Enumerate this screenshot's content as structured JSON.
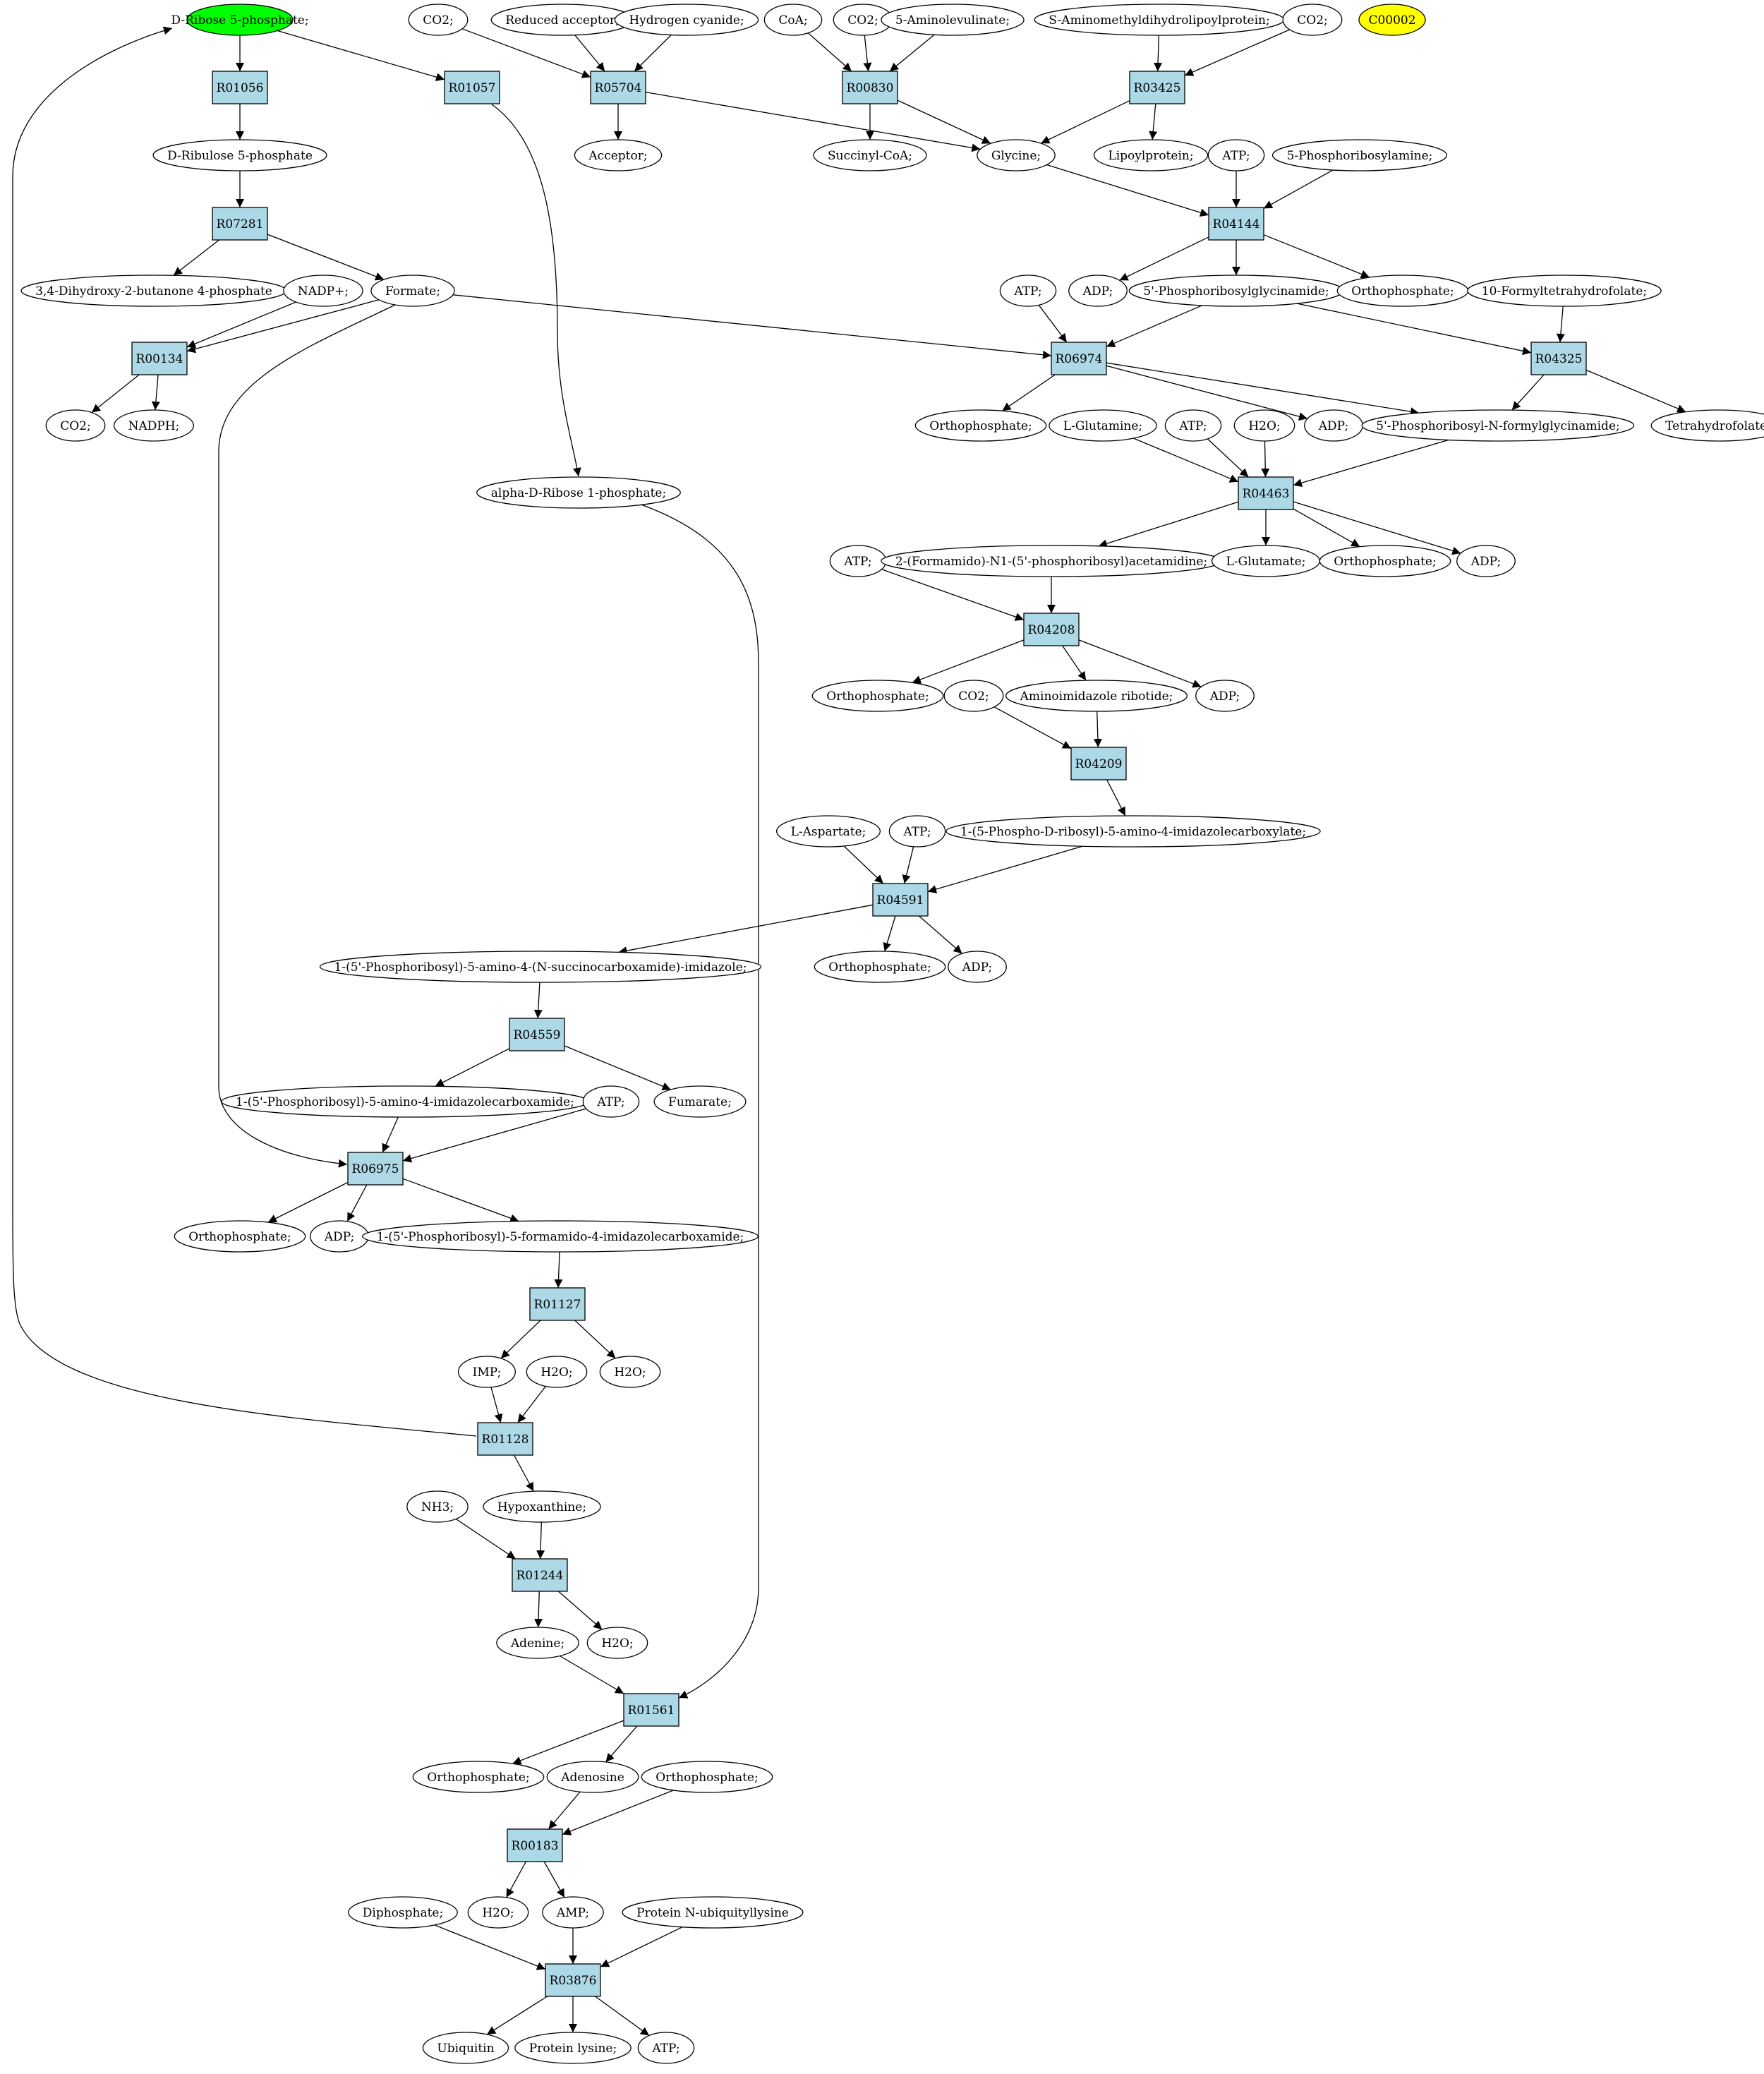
{
  "colors": {
    "background": "#ffffff",
    "compound_fill": "#ffffff",
    "reaction_fill": "#add8e6",
    "start_compound_fill": "#00ff00",
    "highlight_compound_fill": "#ffff00",
    "stroke": "#000000"
  },
  "compounds": [
    {
      "id": "c_dr5p",
      "label": "D-Ribose 5-phosphate;",
      "style": "start"
    },
    {
      "id": "c_co2_a",
      "label": "CO2;"
    },
    {
      "id": "c_redacc",
      "label": "Reduced acceptor;"
    },
    {
      "id": "c_hcn",
      "label": "Hydrogen cyanide;"
    },
    {
      "id": "c_coa",
      "label": "CoA;"
    },
    {
      "id": "c_co2_b",
      "label": "CO2;"
    },
    {
      "id": "c_5ala",
      "label": "5-Aminolevulinate;"
    },
    {
      "id": "c_samdlp",
      "label": "S-Aminomethyldihydrolipoylprotein;"
    },
    {
      "id": "c_co2_c",
      "label": "CO2;"
    },
    {
      "id": "c_c00002",
      "label": "C00002",
      "style": "highlight"
    },
    {
      "id": "c_drl5p",
      "label": "D-Ribulose 5-phosphate"
    },
    {
      "id": "c_acceptor",
      "label": "Acceptor;"
    },
    {
      "id": "c_succoa",
      "label": "Succinyl-CoA;"
    },
    {
      "id": "c_glycine",
      "label": "Glycine;"
    },
    {
      "id": "c_lipoyl",
      "label": "Lipoylprotein;"
    },
    {
      "id": "c_atp_1",
      "label": "ATP;"
    },
    {
      "id": "c_5pra",
      "label": "5-Phosphoribosylamine;"
    },
    {
      "id": "c_dhbp",
      "label": "3,4-Dihydroxy-2-butanone 4-phosphate"
    },
    {
      "id": "c_nadp",
      "label": "NADP+;"
    },
    {
      "id": "c_formate",
      "label": "Formate;"
    },
    {
      "id": "c_atp_2",
      "label": "ATP;"
    },
    {
      "id": "c_adp_1",
      "label": "ADP;"
    },
    {
      "id": "c_gar",
      "label": "5'-Phosphoribosylglycinamide;"
    },
    {
      "id": "c_pi_1",
      "label": "Orthophosphate;"
    },
    {
      "id": "c_10fthf",
      "label": "10-Formyltetrahydrofolate;"
    },
    {
      "id": "c_co2_d",
      "label": "CO2;"
    },
    {
      "id": "c_nadph",
      "label": "NADPH;"
    },
    {
      "id": "c_pi_2",
      "label": "Orthophosphate;"
    },
    {
      "id": "c_lgln",
      "label": "L-Glutamine;"
    },
    {
      "id": "c_atp_3",
      "label": "ATP;"
    },
    {
      "id": "c_h2o_1",
      "label": "H2O;"
    },
    {
      "id": "c_adp_2",
      "label": "ADP;"
    },
    {
      "id": "c_fgar",
      "label": "5'-Phosphoribosyl-N-formylglycinamide;"
    },
    {
      "id": "c_thf",
      "label": "Tetrahydrofolate;"
    },
    {
      "id": "c_adr1p",
      "label": "alpha-D-Ribose 1-phosphate;"
    },
    {
      "id": "c_atp_4",
      "label": "ATP;"
    },
    {
      "id": "c_fgam",
      "label": "2-(Formamido)-N1-(5'-phosphoribosyl)acetamidine;"
    },
    {
      "id": "c_lglu",
      "label": "L-Glutamate;"
    },
    {
      "id": "c_pi_3",
      "label": "Orthophosphate;"
    },
    {
      "id": "c_adp_3",
      "label": "ADP;"
    },
    {
      "id": "c_pi_4",
      "label": "Orthophosphate;"
    },
    {
      "id": "c_co2_e",
      "label": "CO2;"
    },
    {
      "id": "c_air",
      "label": "Aminoimidazole ribotide;"
    },
    {
      "id": "c_adp_4",
      "label": "ADP;"
    },
    {
      "id": "c_lasp",
      "label": "L-Aspartate;"
    },
    {
      "id": "c_atp_5",
      "label": "ATP;"
    },
    {
      "id": "c_cair",
      "label": "1-(5-Phospho-D-ribosyl)-5-amino-4-imidazolecarboxylate;"
    },
    {
      "id": "c_saicar",
      "label": "1-(5'-Phosphoribosyl)-5-amino-4-(N-succinocarboxamide)-imidazole;"
    },
    {
      "id": "c_pi_5",
      "label": "Orthophosphate;"
    },
    {
      "id": "c_adp_5",
      "label": "ADP;"
    },
    {
      "id": "c_aicar",
      "label": "1-(5'-Phosphoribosyl)-5-amino-4-imidazolecarboxamide;"
    },
    {
      "id": "c_atp_6",
      "label": "ATP;"
    },
    {
      "id": "c_fumarate",
      "label": "Fumarate;"
    },
    {
      "id": "c_pi_6",
      "label": "Orthophosphate;"
    },
    {
      "id": "c_adp_6",
      "label": "ADP;"
    },
    {
      "id": "c_faicar",
      "label": "1-(5'-Phosphoribosyl)-5-formamido-4-imidazolecarboxamide;"
    },
    {
      "id": "c_imp",
      "label": "IMP;"
    },
    {
      "id": "c_h2o_2",
      "label": "H2O;"
    },
    {
      "id": "c_h2o_3",
      "label": "H2O;"
    },
    {
      "id": "c_nh3",
      "label": "NH3;"
    },
    {
      "id": "c_hypox",
      "label": "Hypoxanthine;"
    },
    {
      "id": "c_adenine",
      "label": "Adenine;"
    },
    {
      "id": "c_h2o_4",
      "label": "H2O;"
    },
    {
      "id": "c_pi_7",
      "label": "Orthophosphate;"
    },
    {
      "id": "c_adenosine",
      "label": "Adenosine"
    },
    {
      "id": "c_pi_8",
      "label": "Orthophosphate;"
    },
    {
      "id": "c_diphos",
      "label": "Diphosphate;"
    },
    {
      "id": "c_h2o_5",
      "label": "H2O;"
    },
    {
      "id": "c_amp",
      "label": "AMP;"
    },
    {
      "id": "c_pnul",
      "label": "Protein N-ubiquityllysine"
    },
    {
      "id": "c_ubiq",
      "label": "Ubiquitin"
    },
    {
      "id": "c_plys",
      "label": "Protein lysine;"
    },
    {
      "id": "c_atp_7",
      "label": "ATP;"
    }
  ],
  "reactions": [
    {
      "id": "r_R01056",
      "label": "R01056"
    },
    {
      "id": "r_R01057",
      "label": "R01057"
    },
    {
      "id": "r_R05704",
      "label": "R05704"
    },
    {
      "id": "r_R00830",
      "label": "R00830"
    },
    {
      "id": "r_R03425",
      "label": "R03425"
    },
    {
      "id": "r_R07281",
      "label": "R07281"
    },
    {
      "id": "r_R04144",
      "label": "R04144"
    },
    {
      "id": "r_R00134",
      "label": "R00134"
    },
    {
      "id": "r_R06974",
      "label": "R06974"
    },
    {
      "id": "r_R04325",
      "label": "R04325"
    },
    {
      "id": "r_R04463",
      "label": "R04463"
    },
    {
      "id": "r_R04208",
      "label": "R04208"
    },
    {
      "id": "r_R04209",
      "label": "R04209"
    },
    {
      "id": "r_R04591",
      "label": "R04591"
    },
    {
      "id": "r_R04559",
      "label": "R04559"
    },
    {
      "id": "r_R06975",
      "label": "R06975"
    },
    {
      "id": "r_R01127",
      "label": "R01127"
    },
    {
      "id": "r_R01128",
      "label": "R01128"
    },
    {
      "id": "r_R01244",
      "label": "R01244"
    },
    {
      "id": "r_R01561",
      "label": "R01561"
    },
    {
      "id": "r_R00183",
      "label": "R00183"
    },
    {
      "id": "r_R03876",
      "label": "R03876"
    }
  ],
  "edges": [
    [
      "c_dr5p",
      "r_R01056"
    ],
    [
      "c_dr5p",
      "r_R01057"
    ],
    [
      "r_R01056",
      "c_drl5p"
    ],
    [
      "c_drl5p",
      "r_R07281"
    ],
    [
      "r_R07281",
      "c_dhbp"
    ],
    [
      "r_R07281",
      "c_formate"
    ],
    [
      "c_nadp",
      "r_R00134"
    ],
    [
      "c_formate",
      "r_R00134"
    ],
    [
      "r_R00134",
      "c_co2_d"
    ],
    [
      "r_R00134",
      "c_nadph"
    ],
    [
      "c_co2_a",
      "r_R05704"
    ],
    [
      "c_redacc",
      "r_R05704"
    ],
    [
      "c_hcn",
      "r_R05704"
    ],
    [
      "r_R05704",
      "c_acceptor"
    ],
    [
      "r_R05704",
      "c_glycine"
    ],
    [
      "c_coa",
      "r_R00830"
    ],
    [
      "c_co2_b",
      "r_R00830"
    ],
    [
      "c_5ala",
      "r_R00830"
    ],
    [
      "r_R00830",
      "c_succoa"
    ],
    [
      "r_R00830",
      "c_glycine"
    ],
    [
      "c_samdlp",
      "r_R03425"
    ],
    [
      "c_co2_c",
      "r_R03425"
    ],
    [
      "r_R03425",
      "c_glycine"
    ],
    [
      "r_R03425",
      "c_lipoyl"
    ],
    [
      "c_glycine",
      "r_R04144"
    ],
    [
      "c_atp_1",
      "r_R04144"
    ],
    [
      "c_5pra",
      "r_R04144"
    ],
    [
      "r_R04144",
      "c_adp_1"
    ],
    [
      "r_R04144",
      "c_gar"
    ],
    [
      "r_R04144",
      "c_pi_1"
    ],
    [
      "c_formate",
      "r_R06974"
    ],
    [
      "c_atp_2",
      "r_R06974"
    ],
    [
      "c_gar",
      "r_R06974"
    ],
    [
      "r_R06974",
      "c_pi_2"
    ],
    [
      "r_R06974",
      "c_adp_2"
    ],
    [
      "r_R06974",
      "c_fgar"
    ],
    [
      "c_gar",
      "r_R04325"
    ],
    [
      "c_10fthf",
      "r_R04325"
    ],
    [
      "r_R04325",
      "c_fgar"
    ],
    [
      "r_R04325",
      "c_thf"
    ],
    [
      "c_lgln",
      "r_R04463"
    ],
    [
      "c_atp_3",
      "r_R04463"
    ],
    [
      "c_h2o_1",
      "r_R04463"
    ],
    [
      "c_fgar",
      "r_R04463"
    ],
    [
      "r_R04463",
      "c_fgam"
    ],
    [
      "r_R04463",
      "c_lglu"
    ],
    [
      "r_R04463",
      "c_pi_3"
    ],
    [
      "r_R04463",
      "c_adp_3"
    ],
    [
      "c_atp_4",
      "r_R04208"
    ],
    [
      "c_fgam",
      "r_R04208"
    ],
    [
      "r_R04208",
      "c_pi_4"
    ],
    [
      "r_R04208",
      "c_air"
    ],
    [
      "r_R04208",
      "c_adp_4"
    ],
    [
      "c_co2_e",
      "r_R04209"
    ],
    [
      "c_air",
      "r_R04209"
    ],
    [
      "r_R04209",
      "c_cair"
    ],
    [
      "c_lasp",
      "r_R04591"
    ],
    [
      "c_atp_5",
      "r_R04591"
    ],
    [
      "c_cair",
      "r_R04591"
    ],
    [
      "r_R04591",
      "c_saicar"
    ],
    [
      "r_R04591",
      "c_pi_5"
    ],
    [
      "r_R04591",
      "c_adp_5"
    ],
    [
      "c_saicar",
      "r_R04559"
    ],
    [
      "r_R04559",
      "c_aicar"
    ],
    [
      "r_R04559",
      "c_fumarate"
    ],
    [
      "c_aicar",
      "r_R06975"
    ],
    [
      "c_atp_6",
      "r_R06975"
    ],
    [
      "c_formate",
      "r_R06975"
    ],
    [
      "r_R06975",
      "c_pi_6"
    ],
    [
      "r_R06975",
      "c_adp_6"
    ],
    [
      "r_R06975",
      "c_faicar"
    ],
    [
      "c_faicar",
      "r_R01127"
    ],
    [
      "r_R01127",
      "c_imp"
    ],
    [
      "r_R01127",
      "c_h2o_3"
    ],
    [
      "c_imp",
      "r_R01128"
    ],
    [
      "c_h2o_2",
      "r_R01128"
    ],
    [
      "r_R01128",
      "c_hypox"
    ],
    [
      "r_R01128",
      "c_dr5p"
    ],
    [
      "c_nh3",
      "r_R01244"
    ],
    [
      "c_hypox",
      "r_R01244"
    ],
    [
      "r_R01244",
      "c_adenine"
    ],
    [
      "r_R01244",
      "c_h2o_4"
    ],
    [
      "r_R01057",
      "c_adr1p"
    ],
    [
      "c_adenine",
      "r_R01561"
    ],
    [
      "c_adr1p",
      "r_R01561"
    ],
    [
      "r_R01561",
      "c_adenosine"
    ],
    [
      "r_R01561",
      "c_pi_7"
    ],
    [
      "c_pi_8",
      "r_R00183"
    ],
    [
      "c_adenosine",
      "r_R00183"
    ],
    [
      "r_R00183",
      "c_h2o_5"
    ],
    [
      "r_R00183",
      "c_amp"
    ],
    [
      "c_diphos",
      "r_R03876"
    ],
    [
      "c_amp",
      "r_R03876"
    ],
    [
      "c_pnul",
      "r_R03876"
    ],
    [
      "r_R03876",
      "c_ubiq"
    ],
    [
      "r_R03876",
      "c_plys"
    ],
    [
      "r_R03876",
      "c_atp_7"
    ]
  ]
}
